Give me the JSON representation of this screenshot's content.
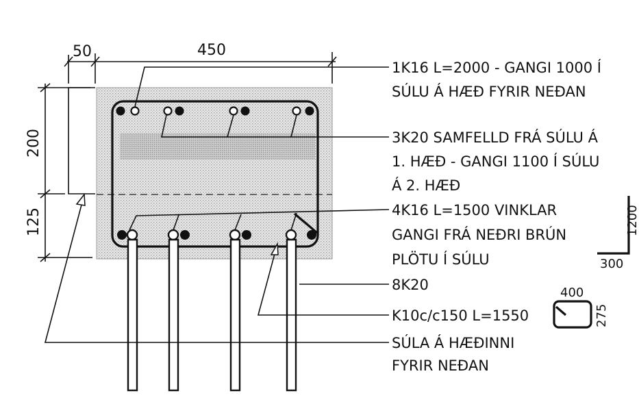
{
  "dimensions": {
    "d50": "50",
    "d450": "450",
    "d200": "200",
    "d125": "125"
  },
  "callouts": {
    "c1_line1": "1K16 L=2000 - GANGI 1000 Í",
    "c1_line2": "SÚLU Á HÆÐ FYRIR NEÐAN",
    "c2_line1": "3K20 SAMFELLD FRÁ SÚLU Á",
    "c2_line2": "1. HÆÐ - GANGI 1100 Í SÚLU",
    "c2_line3": "Á 2. HÆÐ",
    "c3_line1": "4K16 L=1500 VINKLAR",
    "c3_line2": "GANGI FRÁ NEÐRI BRÚN",
    "c3_line3": "PLÖTU Í SÚLU",
    "c4_line1": "8K20",
    "c5_line1": "K10c/c150 L=1550",
    "c6_line1": "SÚLA Á HÆÐINNI",
    "c6_line2": "FYRIR NEÐAN"
  },
  "angle_detail": {
    "vertical": "1200",
    "horizontal": "300"
  },
  "stirrup_detail": {
    "width": "400",
    "height": "275"
  }
}
